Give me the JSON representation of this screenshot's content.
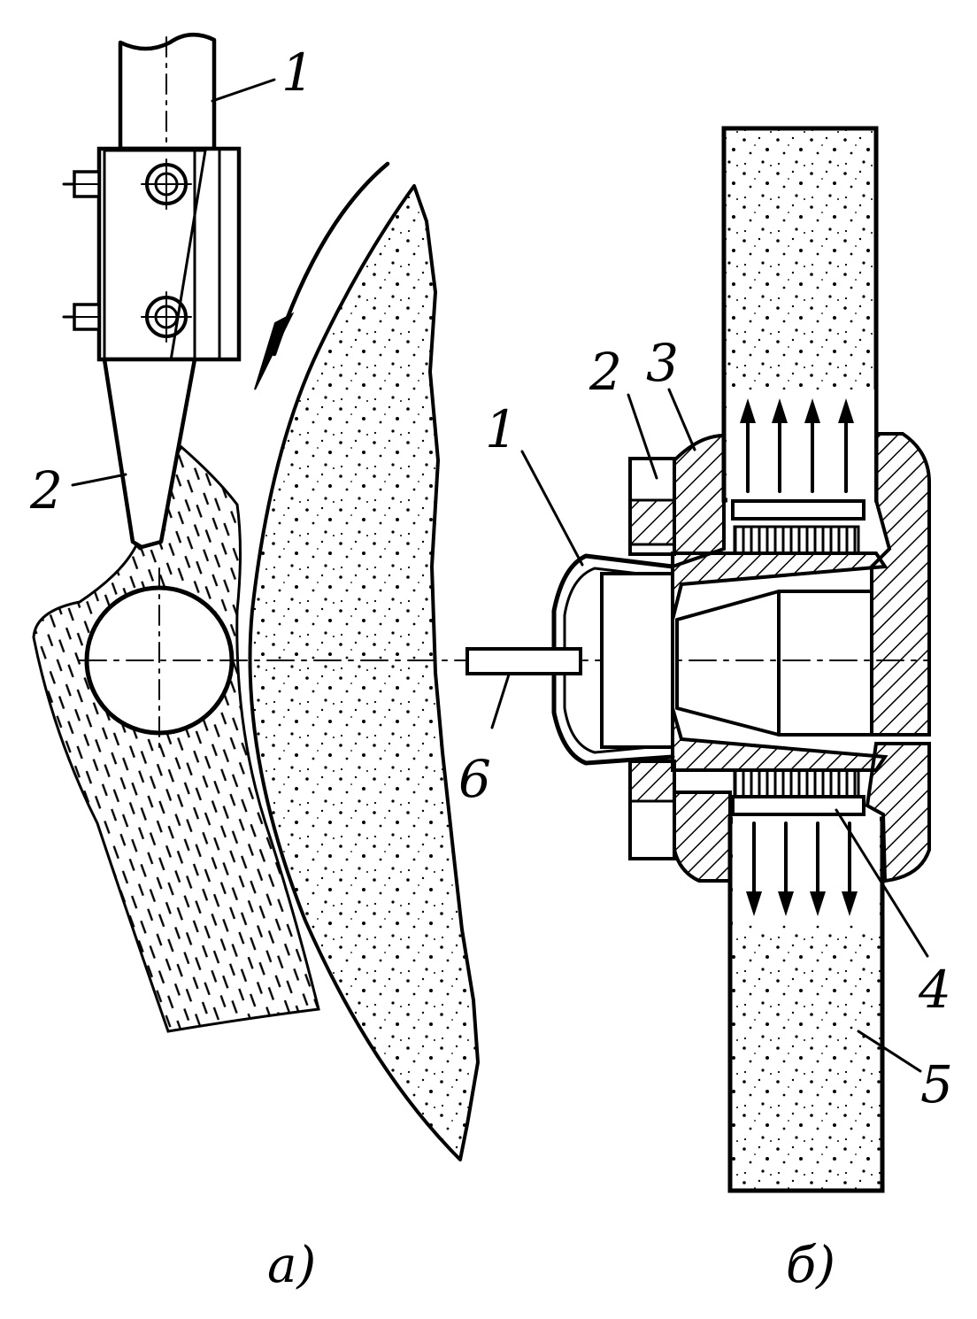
{
  "figure": {
    "panel_a": {
      "caption": "а)",
      "labels": {
        "holder": "1",
        "cutter": "2"
      }
    },
    "panel_b": {
      "caption": "б)",
      "labels": {
        "cap": "1",
        "nut": "2",
        "flange": "3",
        "inner_flange": "4",
        "wheel": "5",
        "pin": "6"
      }
    }
  },
  "colors": {
    "ink": "#000000",
    "paper": "#ffffff"
  }
}
